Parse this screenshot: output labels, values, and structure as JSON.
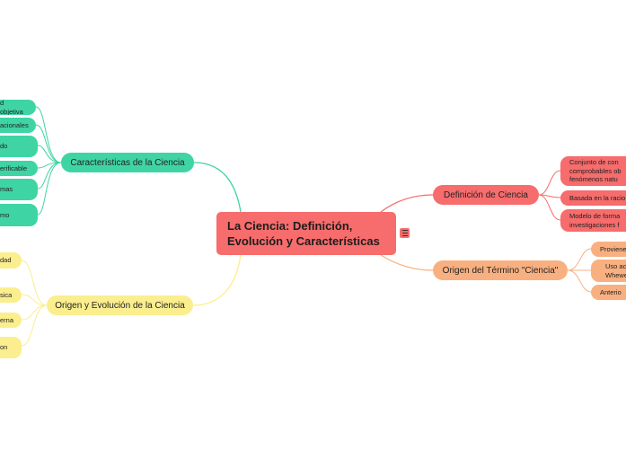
{
  "central": {
    "line1": "La Ciencia: Definición,",
    "line2": "Evolución y Características"
  },
  "topics": {
    "caracteristicas": {
      "label": "Características de la Ciencia",
      "children": [
        "d objetiva",
        "acionales",
        "do",
        "erificable",
        "mas",
        "mo"
      ]
    },
    "origen_evolucion": {
      "label": "Origen y Evolución de la Ciencia",
      "children": [
        "dad",
        "sica",
        "erna",
        "on"
      ]
    },
    "definicion": {
      "label": "Definición de Ciencia",
      "children": [
        "Conjunto de con\ncomprobables ob\nfenómenos natu",
        "Basada en la racio",
        "Modelo de forma\ninvestigaciones f"
      ]
    },
    "origen_termino": {
      "label": "Origen del Término \"Ciencia\"",
      "children": [
        "Proviene",
        "Uso ac\nWhewe",
        "Anterio"
      ]
    }
  },
  "colors": {
    "central": "#f76c6c",
    "green": "#3fd4a4",
    "yellow": "#fbee8e",
    "red": "#f76c6c",
    "orange": "#f9b080"
  },
  "icons": {
    "menu": "hamburger-menu-icon"
  }
}
